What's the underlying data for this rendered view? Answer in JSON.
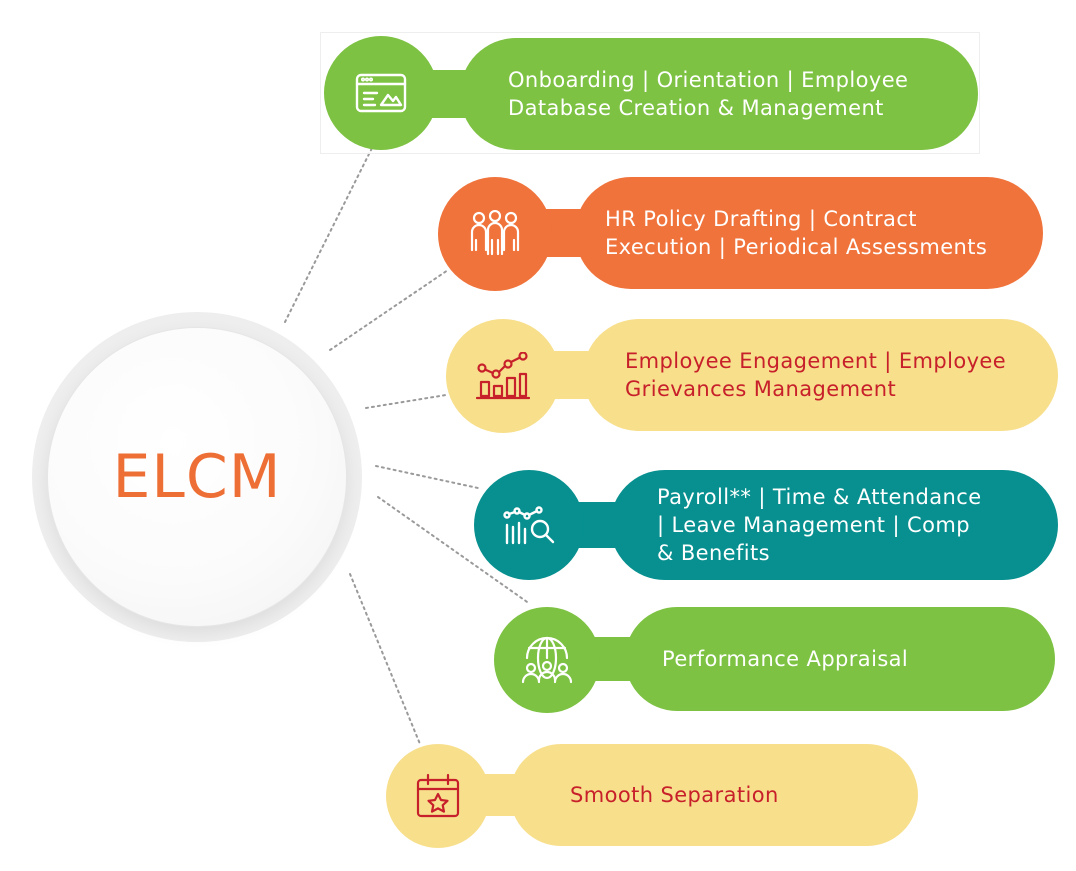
{
  "hub": {
    "title": "ELCM"
  },
  "colors": {
    "green": "#7dc242",
    "orange": "#f0733b",
    "yellow": "#f7df8c",
    "teal": "#07908f",
    "hub_text": "#ee6f36",
    "dark_label": "#c8202a",
    "light_label": "#ffffff"
  },
  "items": [
    {
      "label": "Onboarding | Orientation | Employee\nDatabase Creation & Management",
      "color": "green",
      "icon": "browser-window-icon"
    },
    {
      "label": "HR Policy Drafting | Contract\nExecution | Periodical Assessments",
      "color": "orange",
      "icon": "team-people-icon"
    },
    {
      "label": "Employee Engagement | Employee\nGrievances Management",
      "color": "yellow",
      "icon": "growth-chart-icon"
    },
    {
      "label": "Payroll** | Time & Attendance\n| Leave Management | Comp\n& Benefits",
      "color": "teal",
      "icon": "analytics-search-icon"
    },
    {
      "label": "Performance Appraisal",
      "color": "green",
      "icon": "global-team-icon"
    },
    {
      "label": "Smooth Separation",
      "color": "yellow",
      "icon": "calendar-star-icon"
    }
  ]
}
